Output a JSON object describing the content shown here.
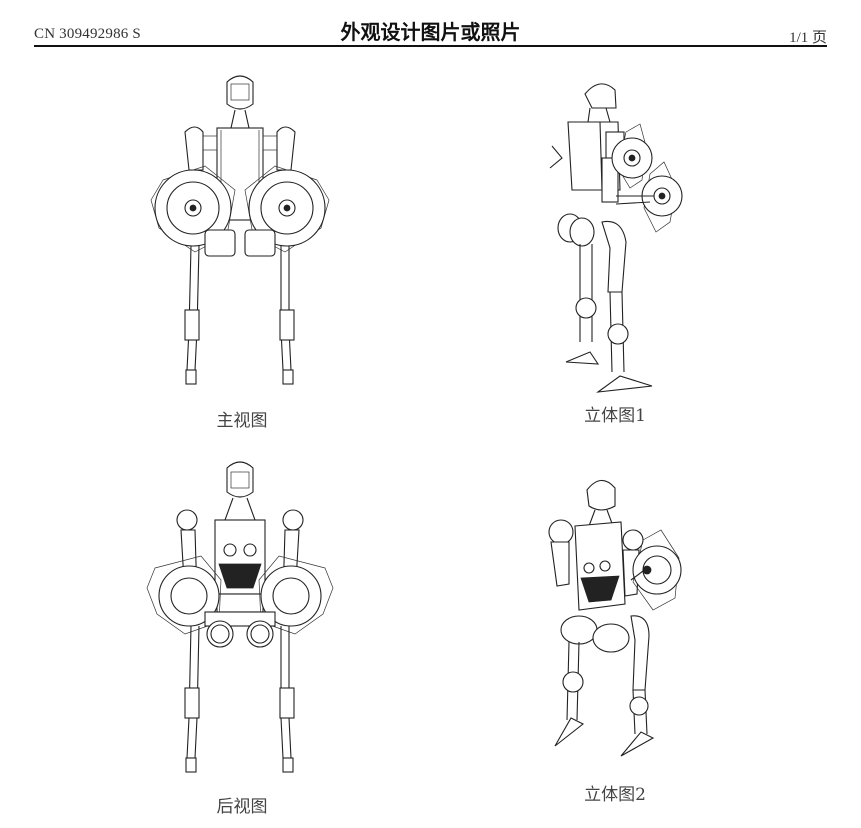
{
  "header": {
    "doc_id": "CN 309492986 S",
    "title": "外观设计图片或照片",
    "page": "1/1 页"
  },
  "views": [
    {
      "id": "front",
      "caption": "主视图"
    },
    {
      "id": "iso1",
      "caption": "立体图1"
    },
    {
      "id": "rear",
      "caption": "后视图"
    },
    {
      "id": "iso2",
      "caption": "立体图2"
    }
  ]
}
